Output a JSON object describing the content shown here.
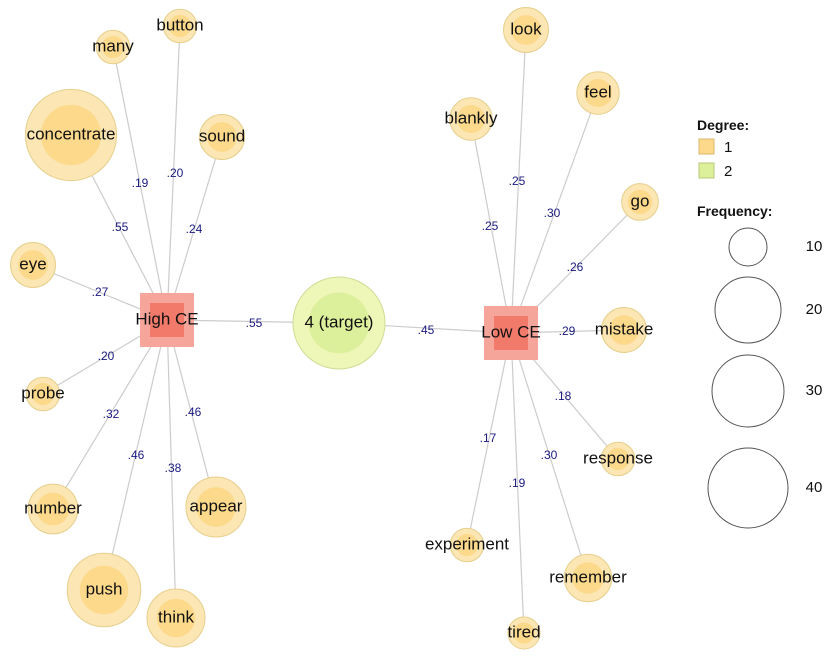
{
  "nodes": [
    {
      "id": "high",
      "label": "High CE",
      "kind": "hub"
    },
    {
      "id": "low",
      "label": "Low CE",
      "kind": "hub"
    },
    {
      "id": "target",
      "label": "4 (target)",
      "kind": "degree2",
      "freq": 34
    },
    {
      "id": "many",
      "label": "many",
      "kind": "degree1",
      "freq": 5
    },
    {
      "id": "button",
      "label": "button",
      "kind": "degree1",
      "freq": 5
    },
    {
      "id": "concentrate",
      "label": "concentrate",
      "kind": "degree1",
      "freq": 37
    },
    {
      "id": "sound",
      "label": "sound",
      "kind": "degree1",
      "freq": 9
    },
    {
      "id": "eye",
      "label": "eye",
      "kind": "degree1",
      "freq": 9
    },
    {
      "id": "probe",
      "label": "probe",
      "kind": "degree1",
      "freq": 5
    },
    {
      "id": "number",
      "label": "number",
      "kind": "degree1",
      "freq": 11
    },
    {
      "id": "push",
      "label": "push",
      "kind": "degree1",
      "freq": 24
    },
    {
      "id": "think",
      "label": "think",
      "kind": "degree1",
      "freq": 15
    },
    {
      "id": "appear",
      "label": "appear",
      "kind": "degree1",
      "freq": 16
    },
    {
      "id": "look",
      "label": "look",
      "kind": "degree1",
      "freq": 9
    },
    {
      "id": "feel",
      "label": "feel",
      "kind": "degree1",
      "freq": 8
    },
    {
      "id": "blankly",
      "label": "blankly",
      "kind": "degree1",
      "freq": 8
    },
    {
      "id": "go",
      "label": "go",
      "kind": "degree1",
      "freq": 6
    },
    {
      "id": "mistake",
      "label": "mistake",
      "kind": "degree1",
      "freq": 9
    },
    {
      "id": "response",
      "label": "response",
      "kind": "degree1",
      "freq": 5
    },
    {
      "id": "experiment",
      "label": "experiment",
      "kind": "degree1",
      "freq": 5
    },
    {
      "id": "remember",
      "label": "remember",
      "kind": "degree1",
      "freq": 10
    },
    {
      "id": "tired",
      "label": "tired",
      "kind": "degree1",
      "freq": 4
    }
  ],
  "edges": [
    {
      "from": "high",
      "to": "many",
      "label": ".19"
    },
    {
      "from": "high",
      "to": "button",
      "label": ".20"
    },
    {
      "from": "high",
      "to": "concentrate",
      "label": ".55"
    },
    {
      "from": "high",
      "to": "sound",
      "label": ".24"
    },
    {
      "from": "high",
      "to": "eye",
      "label": ".27"
    },
    {
      "from": "high",
      "to": "probe",
      "label": ".20"
    },
    {
      "from": "high",
      "to": "number",
      "label": ".32"
    },
    {
      "from": "high",
      "to": "push",
      "label": ".46"
    },
    {
      "from": "high",
      "to": "think",
      "label": ".38"
    },
    {
      "from": "high",
      "to": "appear",
      "label": ".46"
    },
    {
      "from": "high",
      "to": "target",
      "label": ".55"
    },
    {
      "from": "low",
      "to": "target",
      "label": ".45"
    },
    {
      "from": "low",
      "to": "look",
      "label": ".25"
    },
    {
      "from": "low",
      "to": "blankly",
      "label": ".25"
    },
    {
      "from": "low",
      "to": "feel",
      "label": ".30"
    },
    {
      "from": "low",
      "to": "go",
      "label": ".26"
    },
    {
      "from": "low",
      "to": "mistake",
      "label": ".29"
    },
    {
      "from": "low",
      "to": "response",
      "label": ".18"
    },
    {
      "from": "low",
      "to": "experiment",
      "label": ".17"
    },
    {
      "from": "low",
      "to": "tired",
      "label": ".19"
    },
    {
      "from": "low",
      "to": "remember",
      "label": ".30"
    }
  ],
  "legend": {
    "degree_title": "Degree:",
    "degree_items": [
      {
        "label": "1",
        "color": "#fdd98b"
      },
      {
        "label": "2",
        "color": "#dcef9a"
      }
    ],
    "frequency_title": "Frequency:",
    "frequency_items": [
      {
        "label": "10",
        "value": 10
      },
      {
        "label": "20",
        "value": 20
      },
      {
        "label": "30",
        "value": 30
      },
      {
        "label": "40",
        "value": 40
      }
    ]
  },
  "colors": {
    "degree1_outer": "#fbe6b4",
    "degree1_inner": "#fdd98b",
    "degree1_stroke": "#e6cf8c",
    "degree2_outer": "#eef6b8",
    "degree2_inner": "#dcef9a",
    "degree2_stroke": "#cfdc94",
    "hub_outer": "#f6a59a",
    "hub_inner": "#f27a6a",
    "edge": "#cccccc",
    "edge_label": "#1a1a80"
  }
}
